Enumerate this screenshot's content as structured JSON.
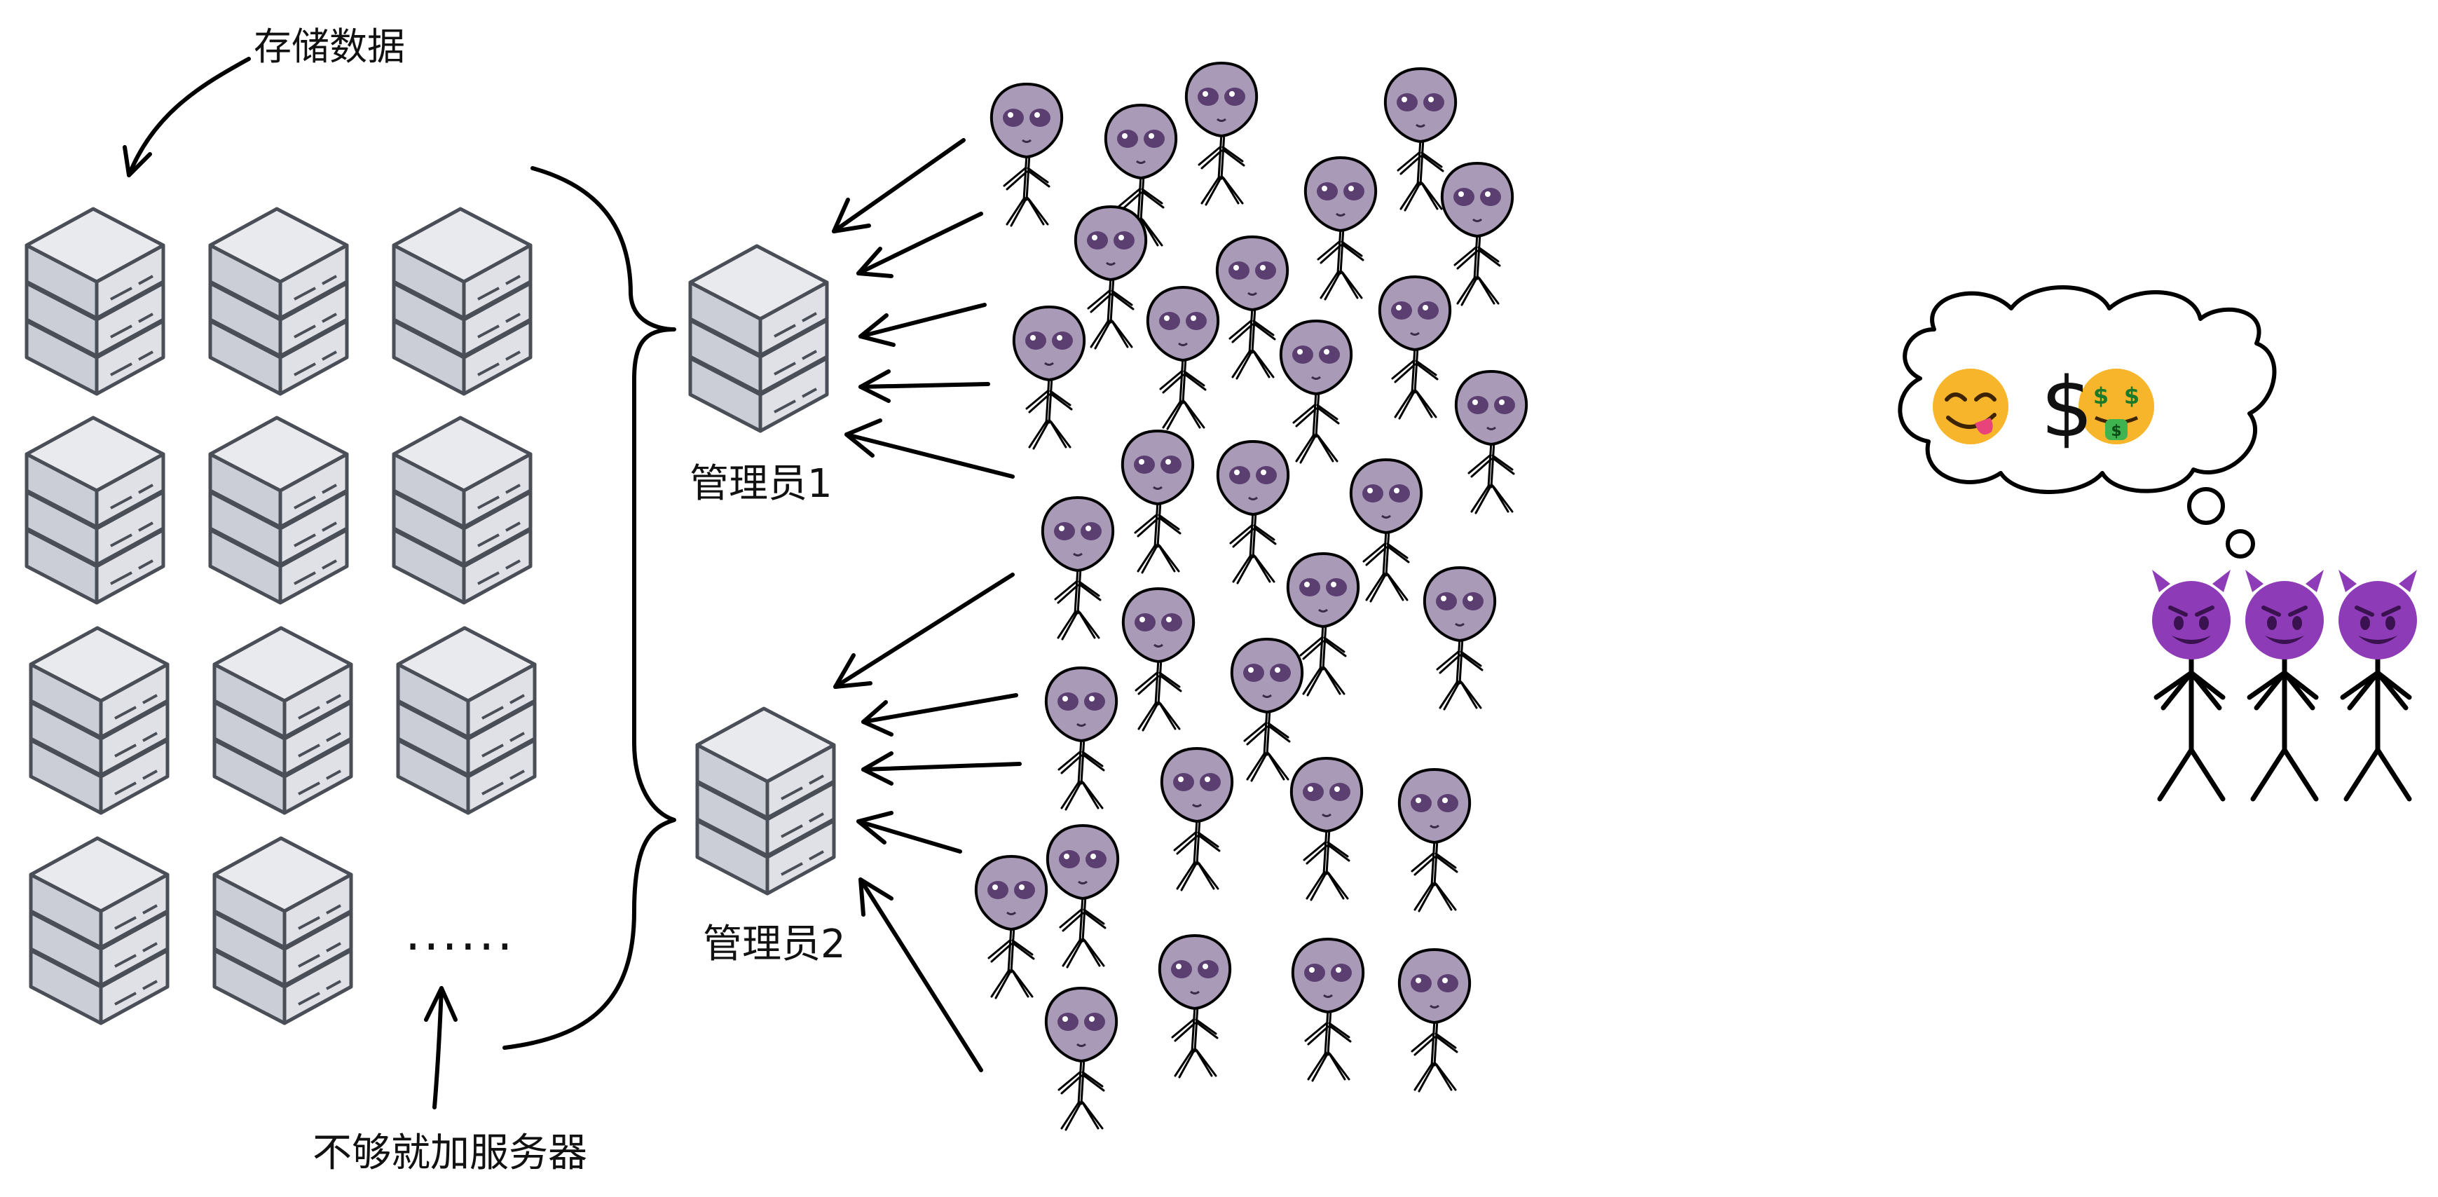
{
  "labels": {
    "storage_note": "存储数据",
    "add_servers_note": "不够就加服务器",
    "manager1": "管理员1",
    "manager2": "管理员2",
    "ellipsis": "......",
    "money_symbol": "$"
  },
  "icons": {
    "server": "server-stack-icon",
    "alien": "alien-icon",
    "devil": "smiling-devil-icon",
    "yum": "face-savoring-food-icon",
    "money_mouth": "money-mouth-face-icon"
  },
  "colors": {
    "server_fill": "#d6d8de",
    "server_stroke": "#4a4e57",
    "alien_head": "#a99ab7",
    "alien_eye": "#5b3f70",
    "devil": "#8e3bb8",
    "emoji_yellow": "#f7b52c",
    "line": "#000000"
  }
}
